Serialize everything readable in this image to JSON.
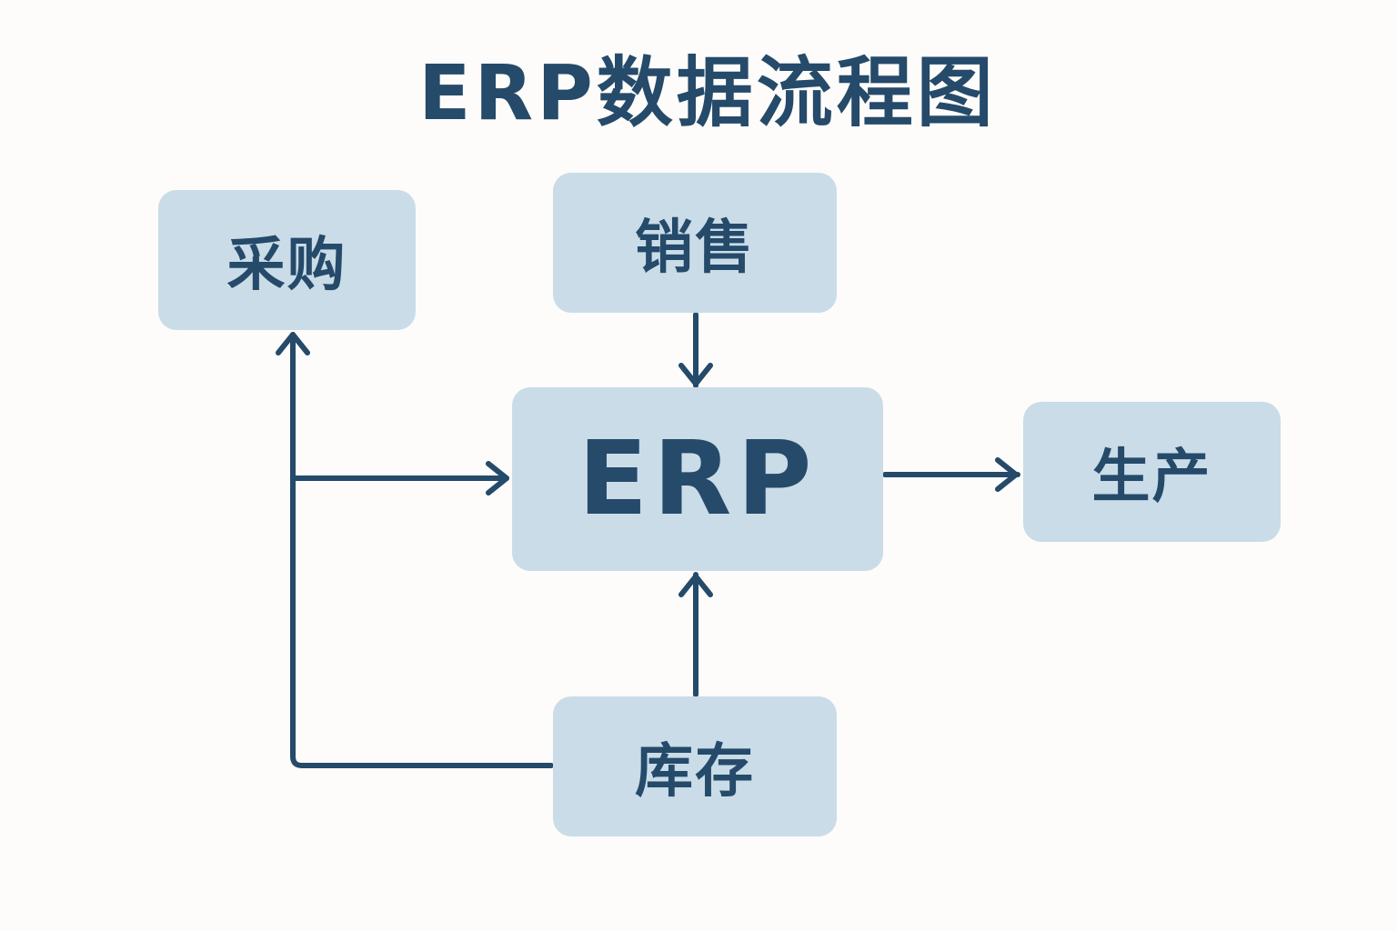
{
  "diagram": {
    "title": "ERP数据流程图",
    "colors": {
      "background": "#fdfcfa",
      "node_fill": "#c9dce8",
      "text_and_arrows": "#254a6a"
    },
    "nodes": {
      "purchase": "采购",
      "sales": "销售",
      "erp": "ERP",
      "production": "生产",
      "inventory": "库存"
    },
    "edges": [
      {
        "from": "sales",
        "to": "erp"
      },
      {
        "from": "inventory",
        "to": "erp"
      },
      {
        "from": "erp",
        "to": "production"
      },
      {
        "from": "inventory",
        "to": "purchase"
      },
      {
        "from": "inventory",
        "to": "erp",
        "via": "left-branch"
      }
    ]
  }
}
